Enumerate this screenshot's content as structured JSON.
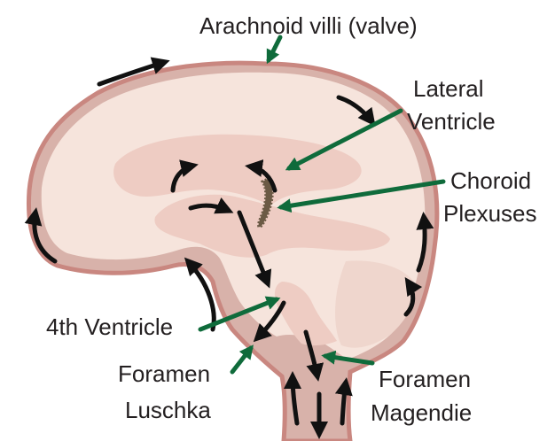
{
  "labels": {
    "arachnoid": "Arachnoid villi (valve)",
    "lateral_1": "Lateral",
    "lateral_2": "Ventricle",
    "choroid_1": "Choroid",
    "choroid_2": "Plexuses",
    "fourth_ventricle": "4th Ventricle",
    "foramen_luschka_1": "Foramen",
    "foramen_luschka_2": "Luschka",
    "foramen_magendie_1": "Foramen",
    "foramen_magendie_2": "Magendie"
  },
  "colors": {
    "membrane_outer": "#c98780",
    "csf_space": "#d8b2aa",
    "brain_fill": "#f6e4dc",
    "ventricle_fill": "#eeccc3",
    "pointer_green": "#0f6b3b",
    "flow_arrow": "#111111",
    "choroid": "#6b5a45"
  }
}
